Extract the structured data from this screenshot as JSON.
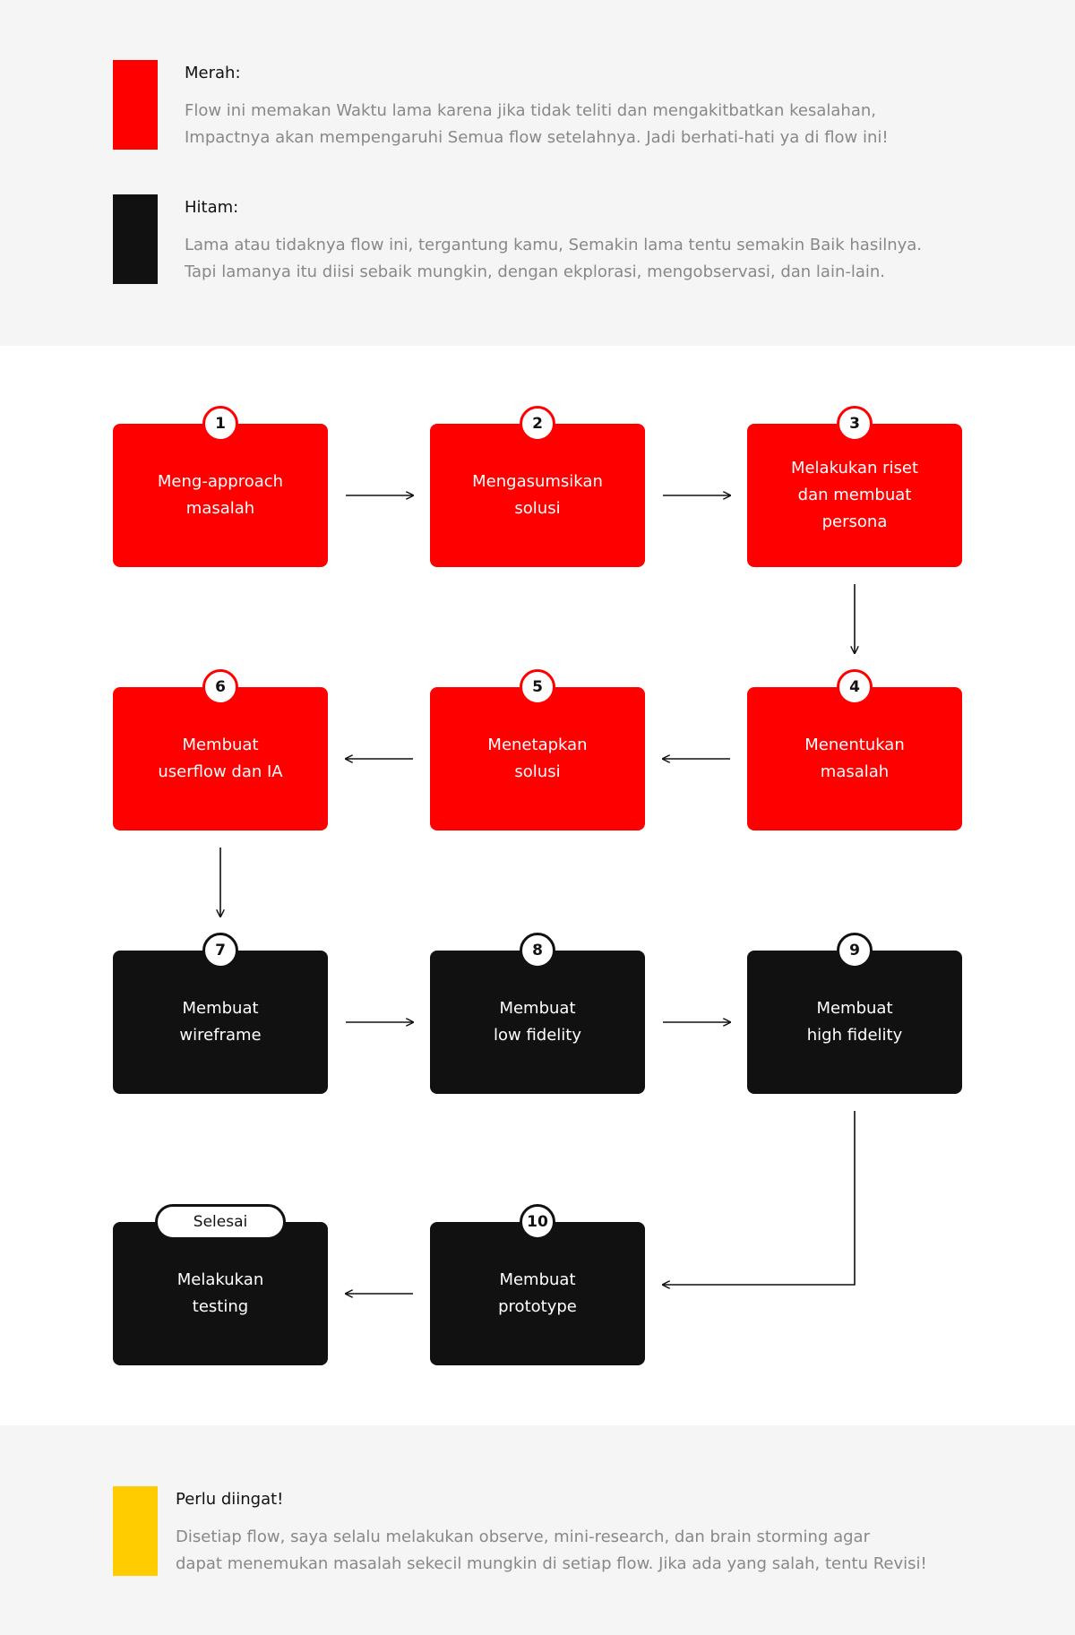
{
  "legend": {
    "red": {
      "color": "#ff0000",
      "title": "Merah:",
      "lines": [
        "Flow ini memakan Waktu lama karena jika tidak teliti dan mengakitbatkan kesalahan,",
        "Impactnya akan mempengaruhi Semua flow setelahnya. Jadi berhati-hati ya di flow ini!"
      ]
    },
    "black": {
      "color": "#111111",
      "title": "Hitam:",
      "lines": [
        "Lama atau tidaknya flow ini, tergantung kamu, Semakin lama tentu semakin Baik hasilnya.",
        "Tapi lamanya itu diisi sebaik mungkin, dengan ekplorasi, mengobservasi, dan lain-lain."
      ]
    }
  },
  "steps": [
    {
      "badge": "1",
      "label": "Meng-approach\nmasalah",
      "color": "red"
    },
    {
      "badge": "2",
      "label": "Mengasumsikan\nsolusi",
      "color": "red"
    },
    {
      "badge": "3",
      "label": "Melakukan riset\ndan membuat\npersona",
      "color": "red"
    },
    {
      "badge": "4",
      "label": "Menentukan\nmasalah",
      "color": "red"
    },
    {
      "badge": "5",
      "label": "Menetapkan\nsolusi",
      "color": "red"
    },
    {
      "badge": "6",
      "label": "Membuat\nuserflow dan IA",
      "color": "red"
    },
    {
      "badge": "7",
      "label": "Membuat\nwireframe",
      "color": "black"
    },
    {
      "badge": "8",
      "label": "Membuat\nlow fidelity",
      "color": "black"
    },
    {
      "badge": "9",
      "label": "Membuat\nhigh fidelity",
      "color": "black"
    },
    {
      "badge": "10",
      "label": "Membuat\nprototype",
      "color": "black"
    },
    {
      "badge": "Selesai",
      "label": "Melakukan\ntesting",
      "color": "black"
    }
  ],
  "note": {
    "color": "#ffcc00",
    "title": "Perlu diingat!",
    "lines": [
      "Disetiap flow, saya selalu melakukan observe, mini-research, dan brain storming agar",
      "dapat menemukan masalah sekecil mungkin di setiap flow. Jika ada yang salah, tentu Revisi!"
    ]
  }
}
